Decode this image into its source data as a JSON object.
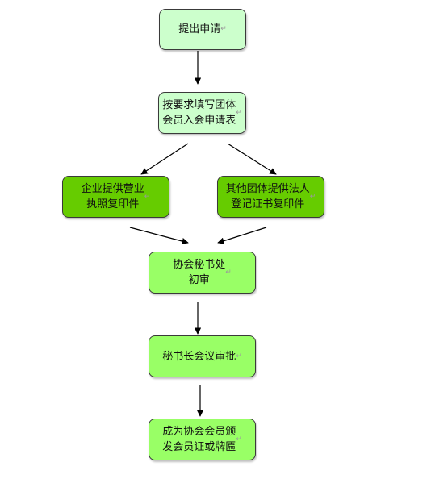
{
  "steps": [
    {
      "id": "b1",
      "text": "提出申请"
    },
    {
      "id": "b2",
      "text": "按要求填写团体\n会员入会申请表"
    },
    {
      "id": "b3",
      "text": "企业提供营业\n执照复印件"
    },
    {
      "id": "b4",
      "text": "其他团体提供法人\n登记证书复印件"
    },
    {
      "id": "b5",
      "text": "协会秘书处\n初审"
    },
    {
      "id": "b6",
      "text": "秘书长会议审批"
    },
    {
      "id": "b7",
      "text": "成为协会会员颁\n发会员证或牌匾"
    }
  ],
  "paragraph_mark": "↵",
  "colors": {
    "pale_green": "#ccffcc",
    "dark_green": "#66cc00",
    "light_green": "#99ff66",
    "border": "#3a3a3a",
    "arrow": "#000000"
  }
}
